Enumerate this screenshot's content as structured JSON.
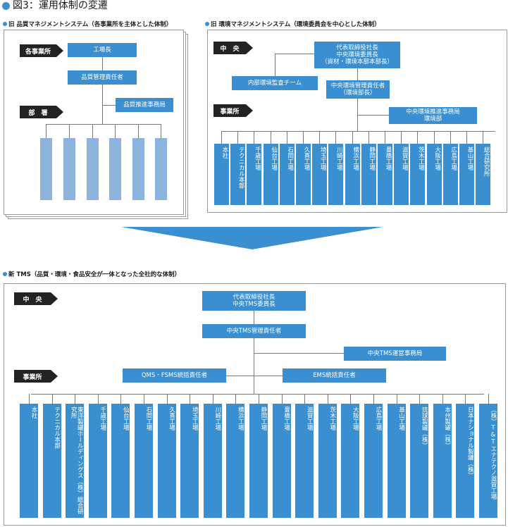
{
  "figure_title": "図3：運用体制の変遷",
  "old_quality": {
    "title": "旧 品質マネジメントシステム（各事業所を主体とした体制）",
    "label_site": "各事業所",
    "label_dept": "部　署",
    "box_plant_head": "工場長",
    "box_qm": "品質管理責任者",
    "box_office": "品質推進事務局"
  },
  "old_env": {
    "title": "旧 環境マネジメントシステム（環境委員会を中心とした体制）",
    "label_central": "中　央",
    "label_site": "事業所",
    "box_ceo": "代表取締役社長\n中央環境委員長\n（資材・環境本部本部長）",
    "box_audit": "内部環境監査チーム",
    "box_mgr": "中央環境管理責任者\n（環境部長）",
    "box_office": "中央環境推進事務局\n環境部",
    "sites": [
      "本社",
      "テクニカル本部",
      "千歳工場",
      "仙台工場",
      "石岡工場",
      "久喜工場",
      "埼玉工場",
      "川崎工場",
      "横浜工場",
      "静岡工場",
      "豊橋工場",
      "滋賀工場",
      "茨木工場",
      "大阪工場",
      "広島工場",
      "基山工場",
      "総合研究所"
    ]
  },
  "new_tms": {
    "title": "新 TMS（品質・環境・食品安全が一体となった全社的な体制）",
    "label_central": "中　央",
    "label_site": "事業所",
    "box_ceo": "代表取締役社長\n中央TMS委員長",
    "box_mgr": "中央TMS管理責任者",
    "box_office": "中央TMS運営事務局",
    "box_qms": "QMS・FSMS統括責任者",
    "box_ems": "EMS統括責任者",
    "sites": [
      "本社",
      "テクニカル本部",
      "東洋製罐ホールディングス（株）総合研究所",
      "千歳工場",
      "仙台工場",
      "石岡工場",
      "久喜工場",
      "埼玉工場",
      "川崎工場",
      "横浜工場",
      "静岡工場",
      "豊橋工場",
      "滋賀工場",
      "茨木工場",
      "大阪工場",
      "広島工場",
      "基山工場",
      "琉球製罐（株）",
      "本州製罐（株）",
      "日本ナショナル製罐（株）",
      "（株）T&Tエナテクノ滋賀工場"
    ]
  },
  "colors": {
    "accent": "#3a8fd0",
    "light": "#8db4dc",
    "label": "#222222",
    "line": "#7a7a7a"
  }
}
